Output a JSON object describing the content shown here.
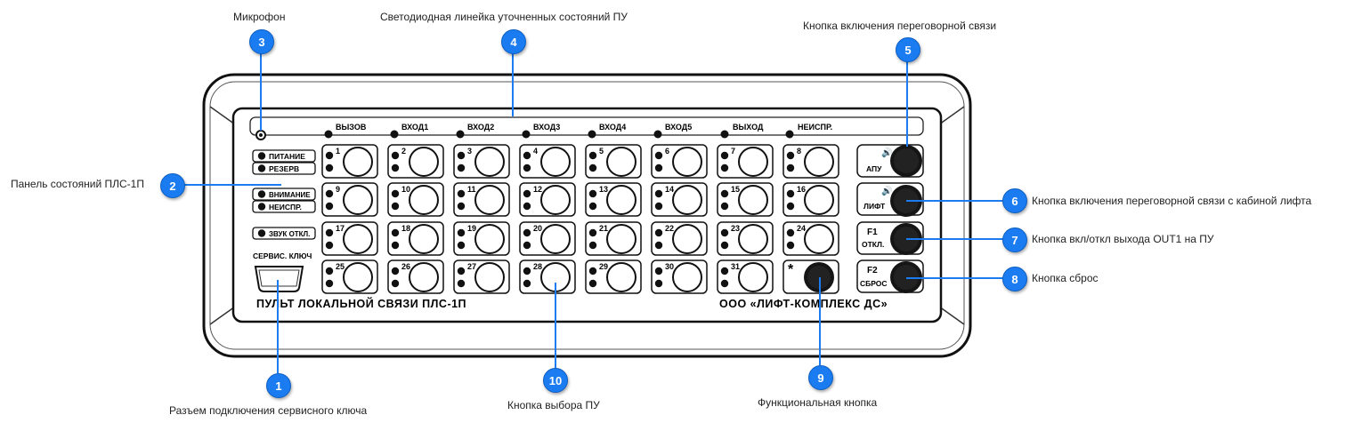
{
  "panel": {
    "column_labels": [
      "ВЫЗОВ",
      "ВХОД1",
      "ВХОД2",
      "ВХОД3",
      "ВХОД4",
      "ВХОД5",
      "ВЫХОД",
      "НЕИСПР."
    ],
    "status_labels": [
      "ПИТАНИЕ",
      "РЕЗЕРВ",
      "ВНИМАНИЕ",
      "НЕИСПР.",
      "ЗВУК ОТКЛ."
    ],
    "service_key_label": "СЕРВИС. КЛЮЧ",
    "select_button_numbers": [
      "1",
      "2",
      "3",
      "4",
      "5",
      "6",
      "7",
      "8",
      "9",
      "10",
      "11",
      "12",
      "13",
      "14",
      "15",
      "16",
      "17",
      "18",
      "19",
      "20",
      "21",
      "22",
      "23",
      "24",
      "25",
      "26",
      "27",
      "28",
      "29",
      "30",
      "31"
    ],
    "function_button_symbol": "*",
    "side_buttons": [
      {
        "top": "",
        "bottom": "АПУ"
      },
      {
        "top": "",
        "bottom": "ЛИФТ"
      },
      {
        "top": "F1",
        "bottom": "ОТКЛ."
      },
      {
        "top": "F2",
        "bottom": "СБРОС"
      }
    ],
    "bottom_left_title": "ПУЛЬТ ЛОКАЛЬНОЙ СВЯЗИ ПЛС-1П",
    "bottom_right_title": "ООО «ЛИФТ-КОМПЛЕКС ДС»"
  },
  "annotations": [
    {
      "number": "1",
      "text": "Разъем подключения сервисного ключа"
    },
    {
      "number": "2",
      "text": "Панель состояний ПЛС-1П"
    },
    {
      "number": "3",
      "text": "Микрофон"
    },
    {
      "number": "4",
      "text": "Светодиодная линейка уточненных состояний ПУ"
    },
    {
      "number": "5",
      "text": "Кнопка включения переговорной связи"
    },
    {
      "number": "6",
      "text": "Кнопка включения переговорной связи с кабиной лифта"
    },
    {
      "number": "7",
      "text": "Кнопка вкл/откл выхода OUT1 на ПУ"
    },
    {
      "number": "8",
      "text": "Кнопка сброс"
    },
    {
      "number": "9",
      "text": "Функциональная кнопка"
    },
    {
      "number": "10",
      "text": "Кнопка выбора ПУ"
    }
  ],
  "colors": {
    "badge": "#1a7cf0",
    "leader_line": "#1a7cf0",
    "device_outline": "#111111"
  }
}
